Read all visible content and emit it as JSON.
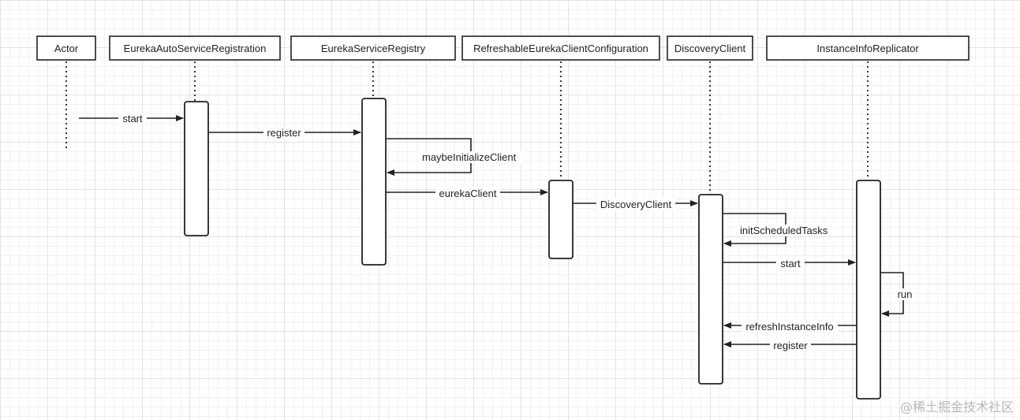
{
  "participants": [
    {
      "id": "actor",
      "label": "Actor"
    },
    {
      "id": "auto_reg",
      "label": "EurekaAutoServiceRegistration"
    },
    {
      "id": "registry",
      "label": "EurekaServiceRegistry"
    },
    {
      "id": "refresh_cfg",
      "label": "RefreshableEurekaClientConfiguration"
    },
    {
      "id": "discovery",
      "label": "DiscoveryClient"
    },
    {
      "id": "replicator",
      "label": "InstanceInfoReplicator"
    }
  ],
  "messages": [
    {
      "id": "m1",
      "label": "start",
      "from": "actor",
      "to": "auto_reg"
    },
    {
      "id": "m2",
      "label": "register",
      "from": "auto_reg",
      "to": "registry"
    },
    {
      "id": "m3",
      "label": "maybeInitializeClient",
      "from": "registry",
      "to": "registry"
    },
    {
      "id": "m4",
      "label": "eurekaClient",
      "from": "registry",
      "to": "refresh_cfg"
    },
    {
      "id": "m5",
      "label": "DiscoveryClient",
      "from": "refresh_cfg",
      "to": "discovery"
    },
    {
      "id": "m6",
      "label": "initScheduledTasks",
      "from": "discovery",
      "to": "discovery"
    },
    {
      "id": "m7",
      "label": "start",
      "from": "discovery",
      "to": "replicator"
    },
    {
      "id": "m8",
      "label": "run",
      "from": "replicator",
      "to": "replicator"
    },
    {
      "id": "m9",
      "label": "refreshInstanceInfo",
      "from": "replicator",
      "to": "discovery"
    },
    {
      "id": "m10",
      "label": "register",
      "from": "replicator",
      "to": "discovery"
    }
  ],
  "watermark": "@稀土掘金技术社区"
}
